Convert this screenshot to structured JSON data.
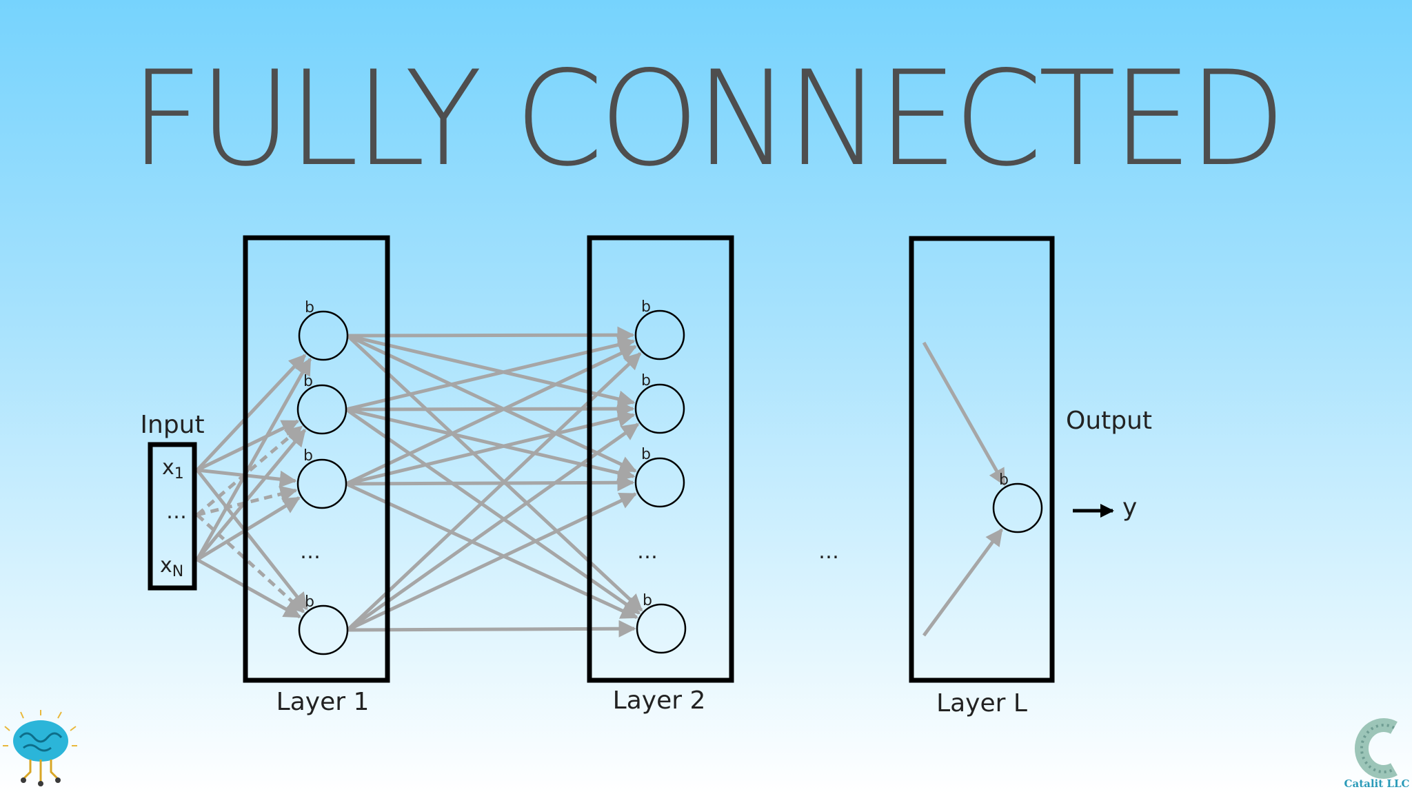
{
  "title": "FULLY CONNECTED",
  "input": {
    "label": "Input",
    "x1": "x",
    "x1_sub": "1",
    "ellipsis": "…",
    "xn": "x",
    "xn_sub": "N"
  },
  "layers": [
    {
      "label": "Layer 1",
      "bias": "b",
      "ellipsis": "…"
    },
    {
      "label": "Layer 2",
      "bias": "b",
      "ellipsis": "…"
    },
    {
      "label": "Layer L",
      "bias": "b"
    }
  ],
  "between_ellipsis": "…",
  "output": {
    "label": "Output",
    "symbol": "y"
  },
  "footer_right": {
    "text": "Catalit LLC"
  },
  "colors": {
    "edges": "#a6a6a6",
    "frames": "#000000",
    "title": "#4e4e4e",
    "brain_logo": "#2bb5d9"
  },
  "icons": {
    "bottom_left": "brain-circuit-icon",
    "bottom_right": "catalit-logo-icon"
  }
}
